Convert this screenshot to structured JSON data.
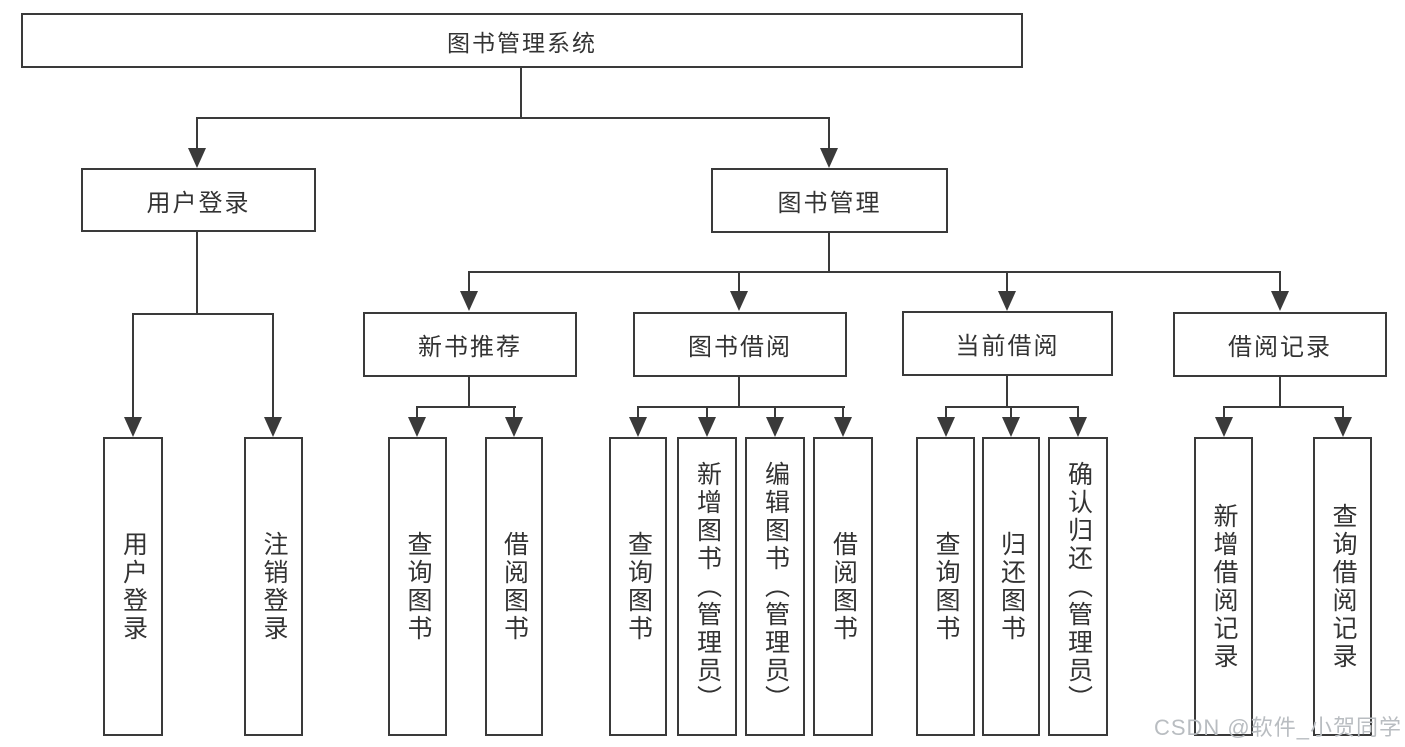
{
  "diagram": {
    "root": {
      "label": "图书管理系统"
    },
    "branches": [
      {
        "label": "用户登录",
        "children": [
          {
            "label": "用户登录"
          },
          {
            "label": "注销登录"
          }
        ]
      },
      {
        "label": "图书管理",
        "children": [
          {
            "label": "新书推荐",
            "children": [
              {
                "label": "查询图书"
              },
              {
                "label": "借阅图书"
              }
            ]
          },
          {
            "label": "图书借阅",
            "children": [
              {
                "label": "查询图书"
              },
              {
                "label": "新增图书（管理员）"
              },
              {
                "label": "编辑图书（管理员）"
              },
              {
                "label": "借阅图书"
              }
            ]
          },
          {
            "label": "当前借阅",
            "children": [
              {
                "label": "查询图书"
              },
              {
                "label": "归还图书"
              },
              {
                "label": "确认归还（管理员）"
              }
            ]
          },
          {
            "label": "借阅记录",
            "children": [
              {
                "label": "新增借阅记录"
              },
              {
                "label": "查询借阅记录"
              }
            ]
          }
        ]
      }
    ]
  },
  "watermark": "CSDN @软件_小贺同学",
  "colors": {
    "line": "#3a3a3a",
    "text": "#333333",
    "watermark": "#b9bdc1",
    "background": "#ffffff"
  }
}
